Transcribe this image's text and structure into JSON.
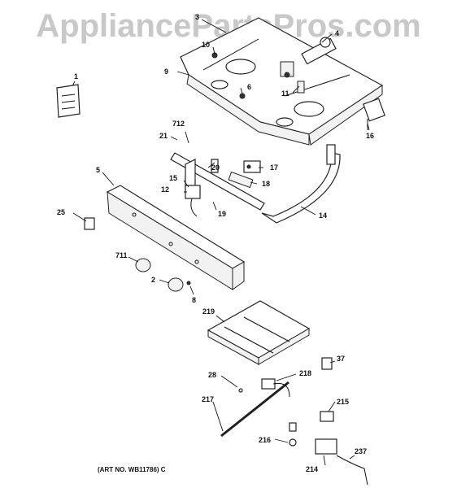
{
  "watermark": "AppliancePartsPros.com",
  "art_number": "(ART NO. WB11786) C",
  "callouts": {
    "c1": "1",
    "c2": "2",
    "c3": "3",
    "c4": "4",
    "c5": "5",
    "c6": "6",
    "c8": "8",
    "c9": "9",
    "c10": "10",
    "c11": "11",
    "c12": "12",
    "c14": "14",
    "c15": "15",
    "c16": "16",
    "c17": "17",
    "c18": "18",
    "c19": "19",
    "c20": "20",
    "c21": "21",
    "c25": "25",
    "c28": "28",
    "c37": "37",
    "c214": "214",
    "c215": "215",
    "c216": "216",
    "c217": "217",
    "c218": "218",
    "c219": "219",
    "c237": "237",
    "c711": "711",
    "c712": "712"
  }
}
